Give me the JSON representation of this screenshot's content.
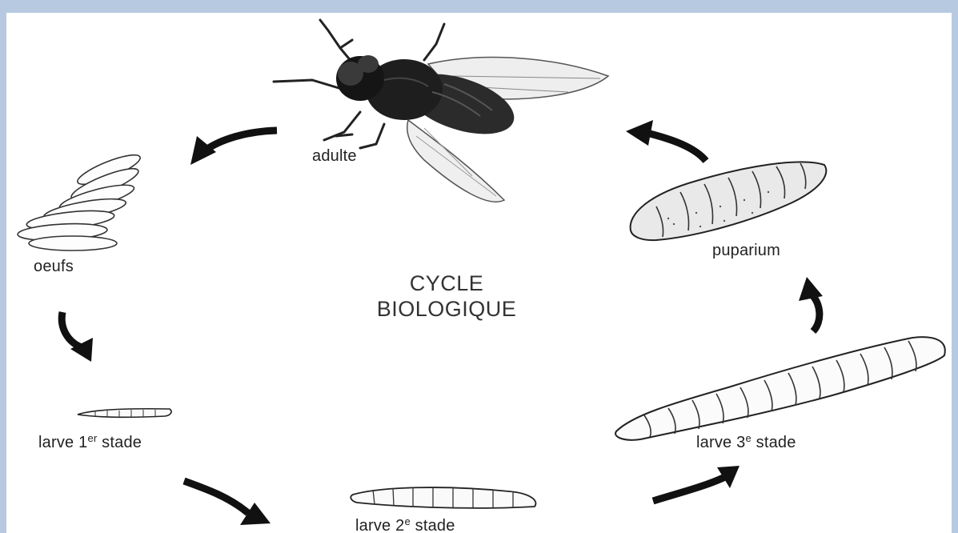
{
  "diagram": {
    "title_line1": "CYCLE",
    "title_line2": "BIOLOGIQUE",
    "stages": {
      "adulte": "adulte",
      "oeufs": "oeufs",
      "larve1_main": "larve 1",
      "larve1_sup": "er",
      "larve1_tail": " stade",
      "larve2_main": "larve 2",
      "larve2_sup": "e",
      "larve2_tail": " stade",
      "larve3_main": "larve 3",
      "larve3_sup": "e",
      "larve3_tail": " stade",
      "puparium": "puparium"
    }
  }
}
